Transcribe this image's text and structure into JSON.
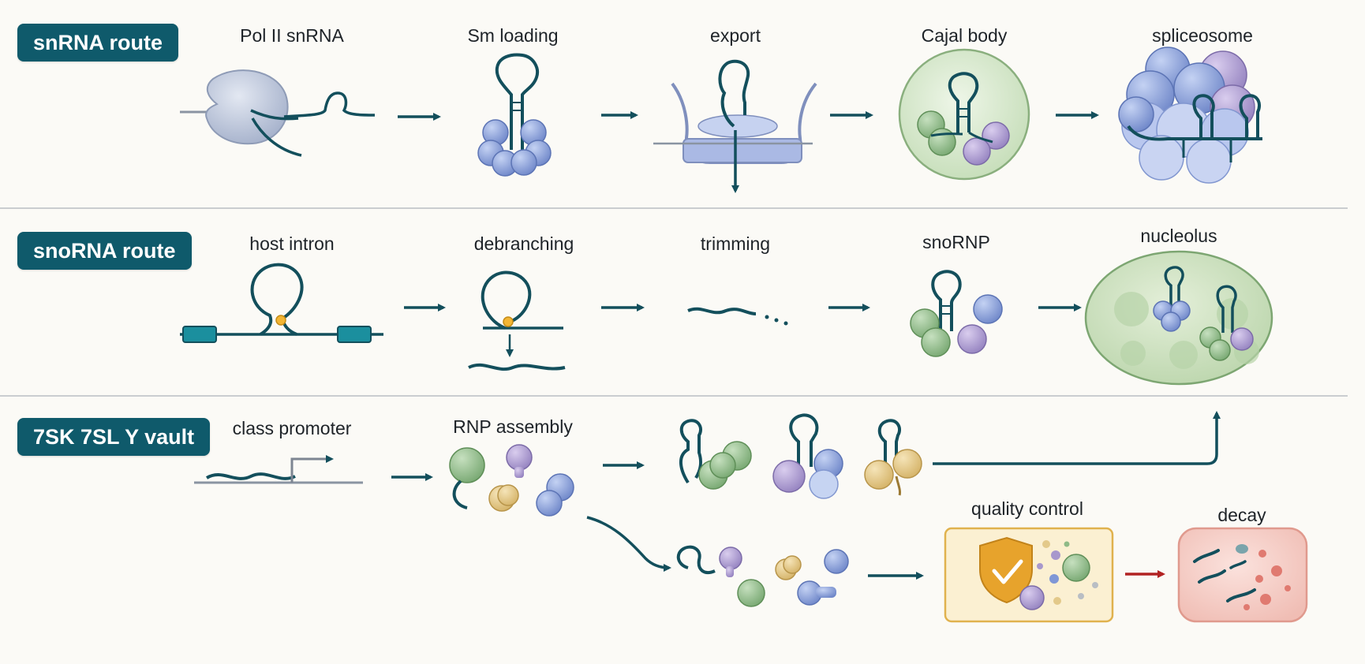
{
  "rows": [
    {
      "label": "snRNA route",
      "steps": [
        "Pol II snRNA",
        "Sm loading",
        "export",
        "Cajal body",
        "spliceosome"
      ]
    },
    {
      "label": "snoRNA route",
      "steps": [
        "host intron",
        "debranching",
        "trimming",
        "snoRNP",
        "nucleolus"
      ]
    },
    {
      "label": "7SK 7SL Y vault",
      "steps": [
        "class promoter",
        "RNP assembly"
      ],
      "qc_steps": [
        "quality control",
        "decay"
      ]
    }
  ],
  "icons": {
    "polymerase": "rna-polymerase-icon",
    "sm_ring": "sm-ring-icon",
    "nuclear_pore": "nuclear-pore-icon",
    "cajal_body": "cajal-body-icon",
    "spliceosome": "spliceosome-icon",
    "host_intron": "host-intron-icon",
    "lariat": "lariat-icon",
    "trim": "trimmed-rna-icon",
    "snornp": "snornp-icon",
    "nucleolus": "nucleolus-icon",
    "promoter": "promoter-icon",
    "proteins": "protein-pool-icon",
    "rnps": "assembled-rnp-icon",
    "misassembled": "misassembled-rnp-icon",
    "shield": "shield-check-icon",
    "decay": "decay-icon"
  },
  "colors": {
    "label_bg": "#0f5a6b",
    "rna": "#134f5c",
    "arrow": "#134f5c",
    "decay_arrow": "#b22222",
    "blue_protein": "#7f97d6",
    "purple_protein": "#a898cc",
    "green_protein": "#8fba87",
    "yellow_protein": "#e3c98a",
    "cajal": "#dcebd2",
    "nucleolus": "#d4e6c8",
    "qc_box": "#fbf0d2",
    "decay_box": "#f6d2cc",
    "divider": "#b9bec4"
  }
}
